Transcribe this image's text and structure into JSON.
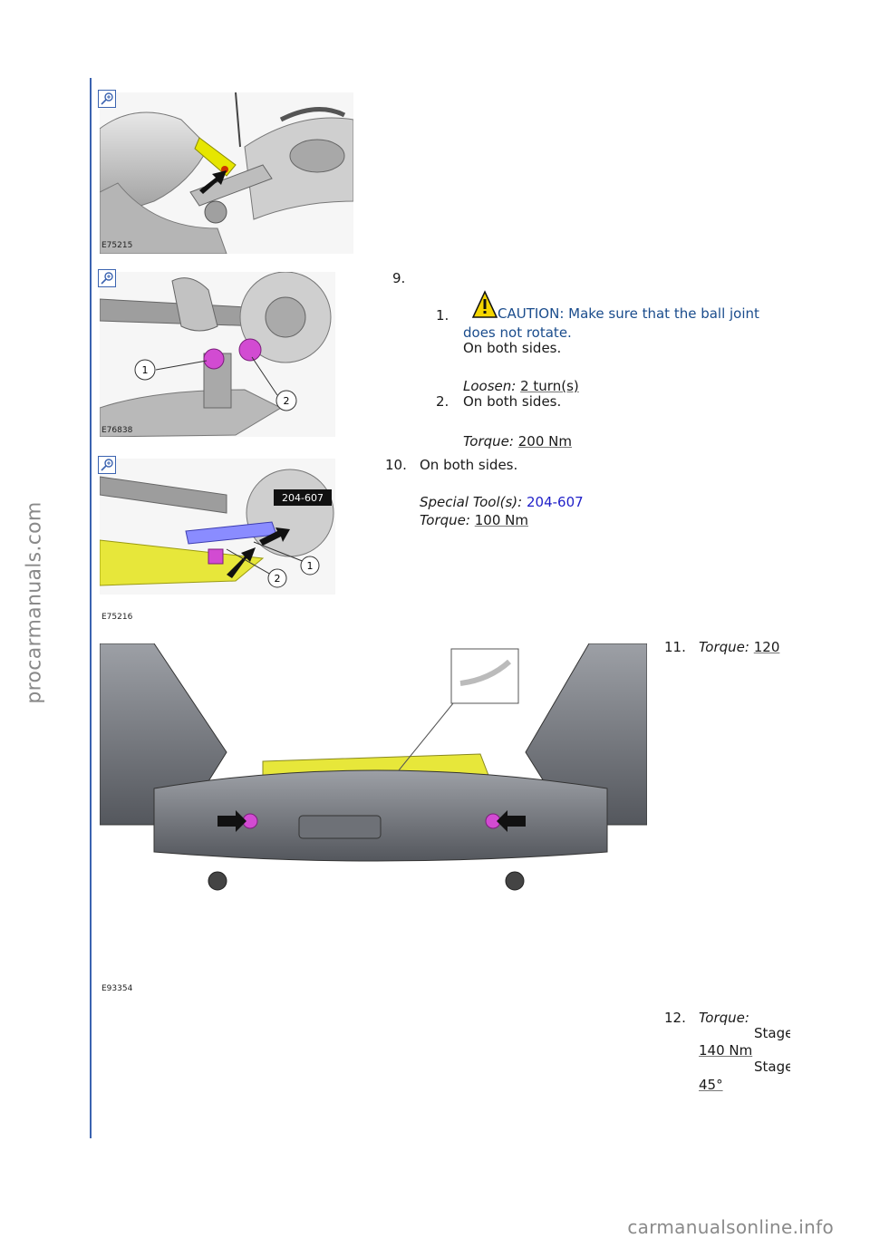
{
  "watermarks": {
    "left": "procarmanuals.com",
    "bottom": "carmanualsonline.info"
  },
  "figures": [
    {
      "id": "E75215"
    },
    {
      "id": "E76838",
      "callouts": [
        "1",
        "2"
      ]
    },
    {
      "id": "E75216",
      "callouts": [
        "1",
        "2"
      ],
      "tool_tag": "204-607"
    },
    {
      "id": "E93354"
    }
  ],
  "steps": {
    "s9": {
      "number": "9.",
      "sub1": {
        "number": "1.",
        "caution_line1": "CAUTION: Make sure that the ball joint",
        "caution_line2": "does not rotate.",
        "text": "On both sides.",
        "label": "Loosen:",
        "value": "2 turn(s)"
      },
      "sub2": {
        "number": "2.",
        "text": "On both sides.",
        "label": "Torque:",
        "value": "200 Nm"
      }
    },
    "s10": {
      "number": "10.",
      "text": "On both sides.",
      "tool_label": "Special Tool(s):",
      "tool_value": "204-607",
      "label": "Torque:",
      "value": "100 Nm"
    },
    "s11": {
      "number": "11.",
      "label": "Torque:",
      "value": "120"
    },
    "s12": {
      "number": "12.",
      "label": "Torque:",
      "stage1": "Stage",
      "value1": "140 Nm",
      "stage2": "Stage",
      "value2": "45°"
    }
  }
}
